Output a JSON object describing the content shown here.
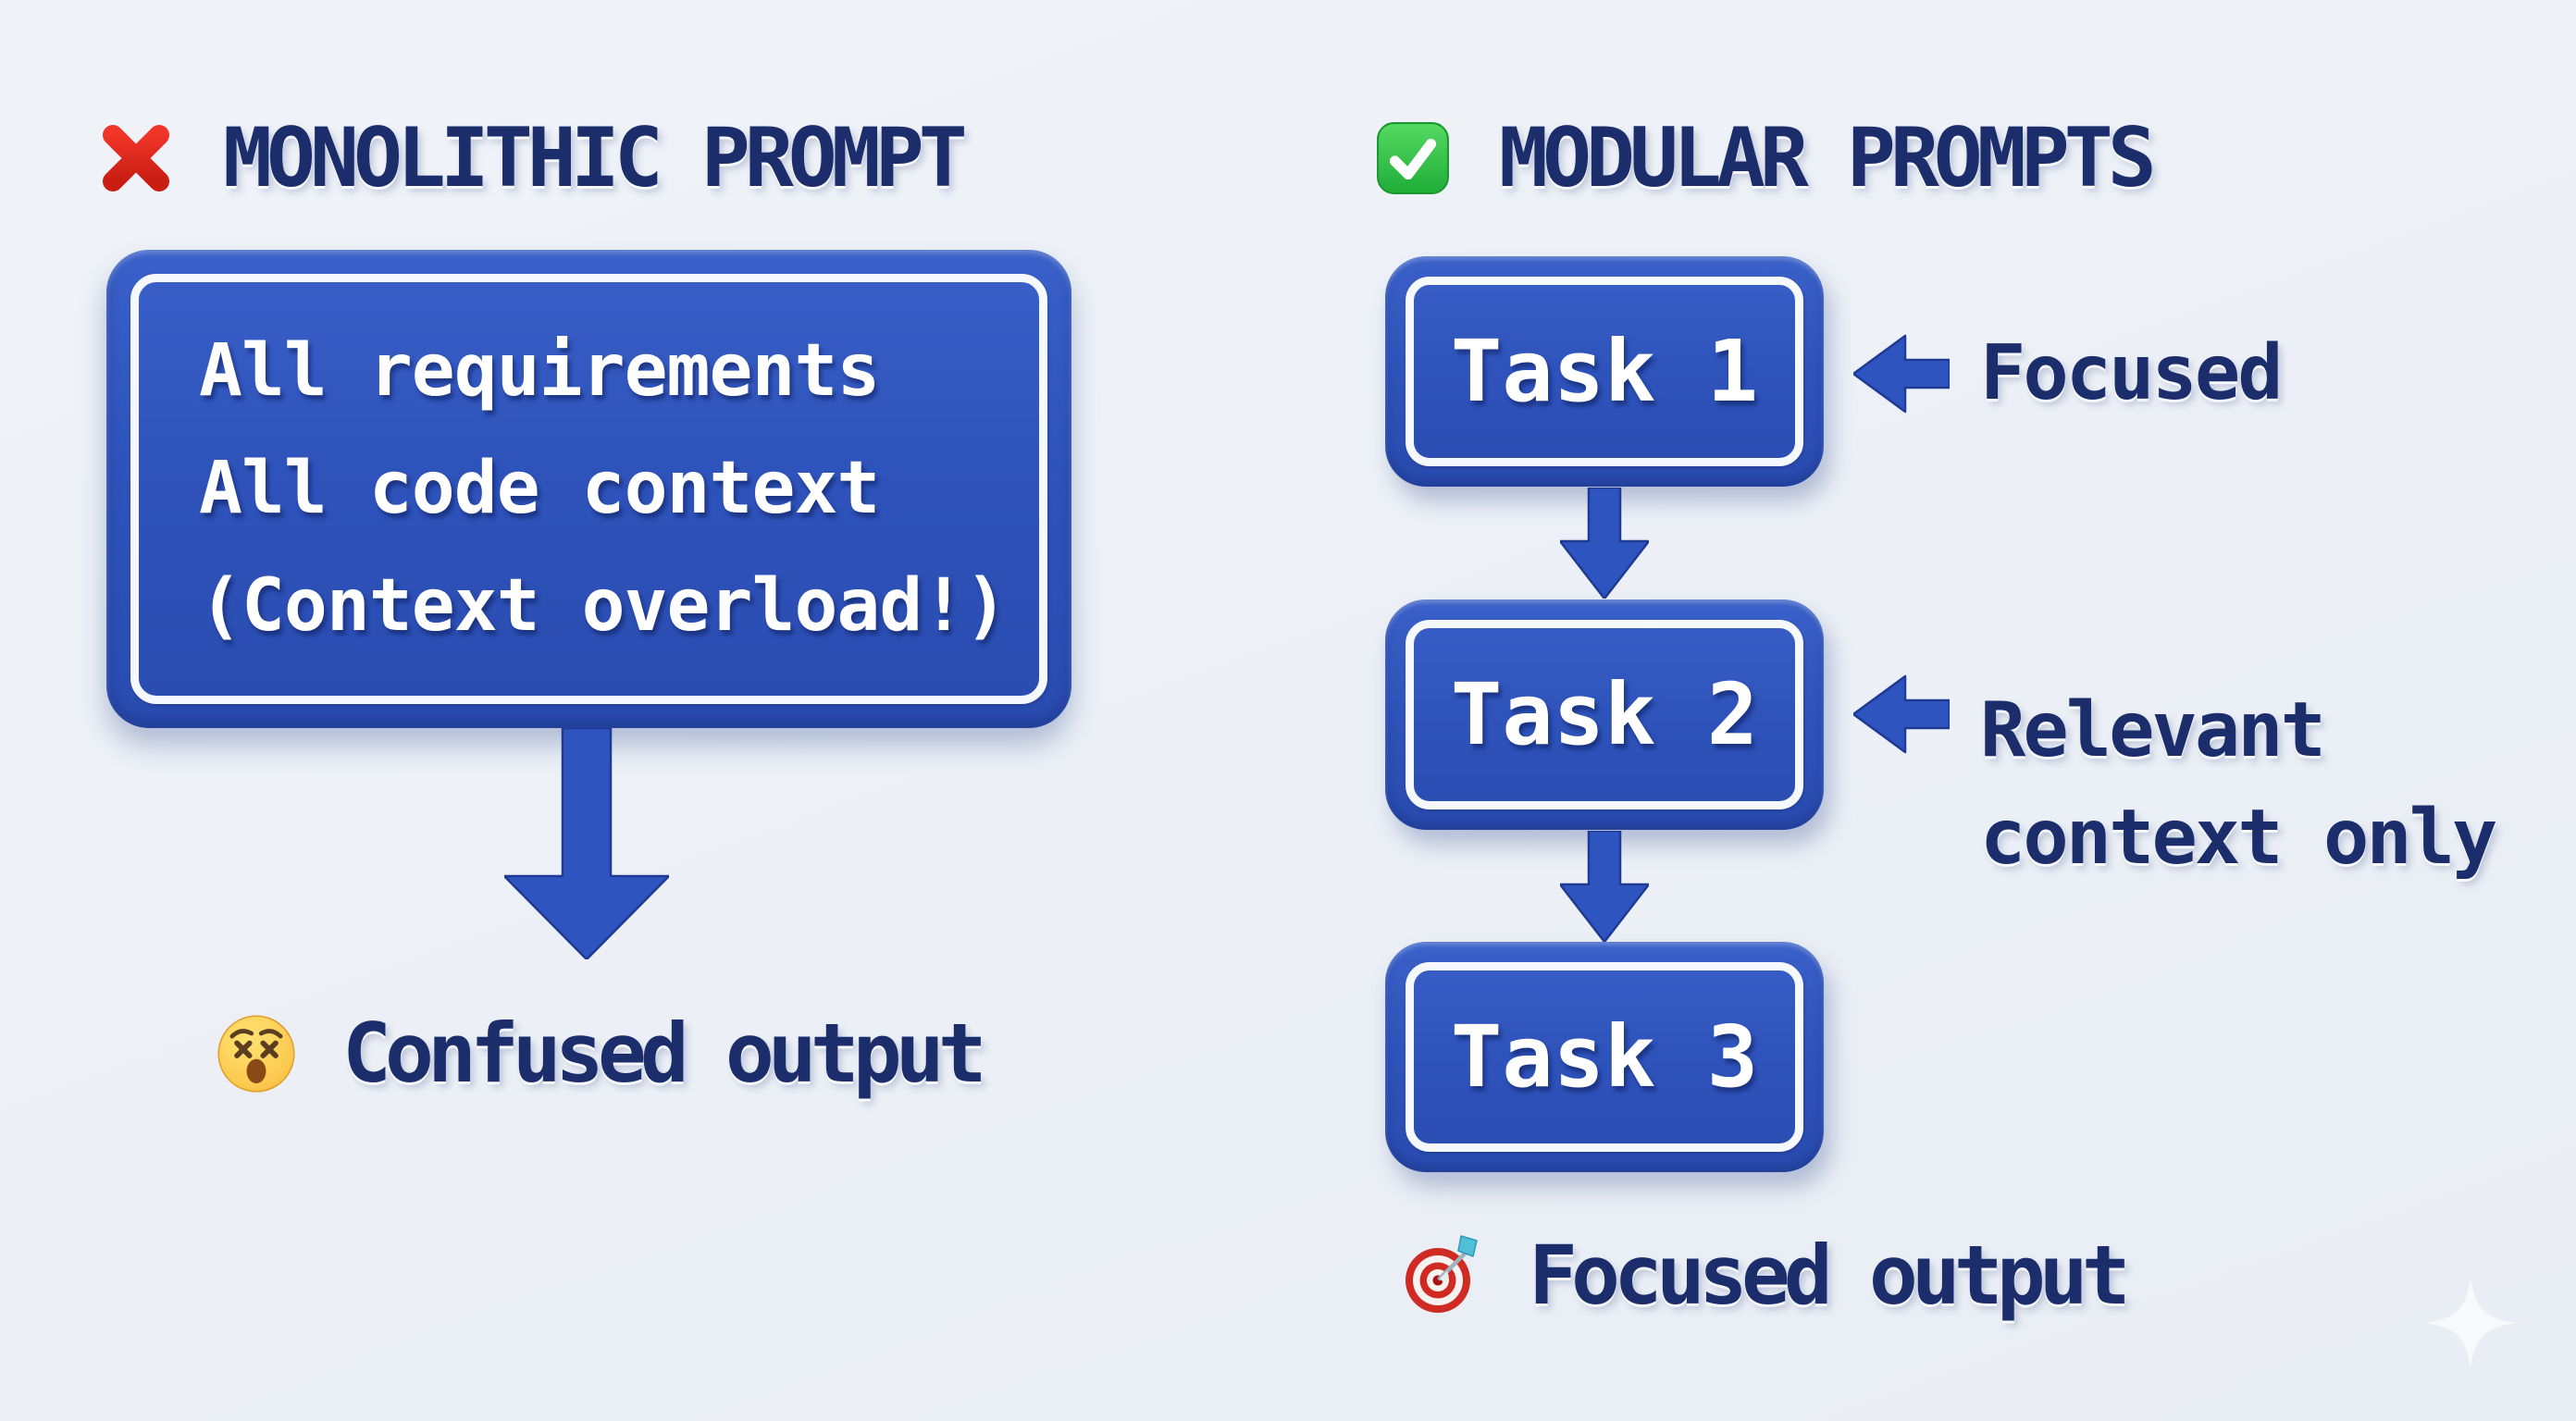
{
  "meta": {
    "kind": "comparison-diagram",
    "left_panel_verdict": "negative",
    "right_panel_verdict": "positive"
  },
  "colors": {
    "background": "#edf1f6",
    "box_blue": "#2e53bb",
    "box_blue_light": "#3a61c9",
    "box_blue_dark": "#2a4cb0",
    "arrow_blue": "#2e54bf",
    "arrow_outline": "#1f3a94",
    "navy_text": "#1c2d6b",
    "white_text": "#ffffff",
    "cross_red": "#dd2418",
    "check_green": "#33c04a"
  },
  "left": {
    "status_icon": "cross-mark-icon",
    "title": "MONOLITHIC PROMPT",
    "box": {
      "lines": [
        "All requirements",
        "All code context",
        "(Context overload!)"
      ]
    },
    "output": {
      "emoji": "dizzy-face-emoji",
      "text": "Confused output"
    }
  },
  "right": {
    "status_icon": "check-mark-icon",
    "title": "MODULAR PROMPTS",
    "tasks": [
      {
        "label": "Task 1"
      },
      {
        "label": "Task 2"
      },
      {
        "label": "Task 3"
      }
    ],
    "annotations": [
      {
        "lines": [
          "Focused",
          ""
        ]
      },
      {
        "lines": [
          "Relevant",
          "context only"
        ]
      }
    ],
    "output": {
      "emoji": "target-emoji",
      "text": "Focused output"
    }
  },
  "decorations": {
    "bottom_right": "sparkle"
  }
}
